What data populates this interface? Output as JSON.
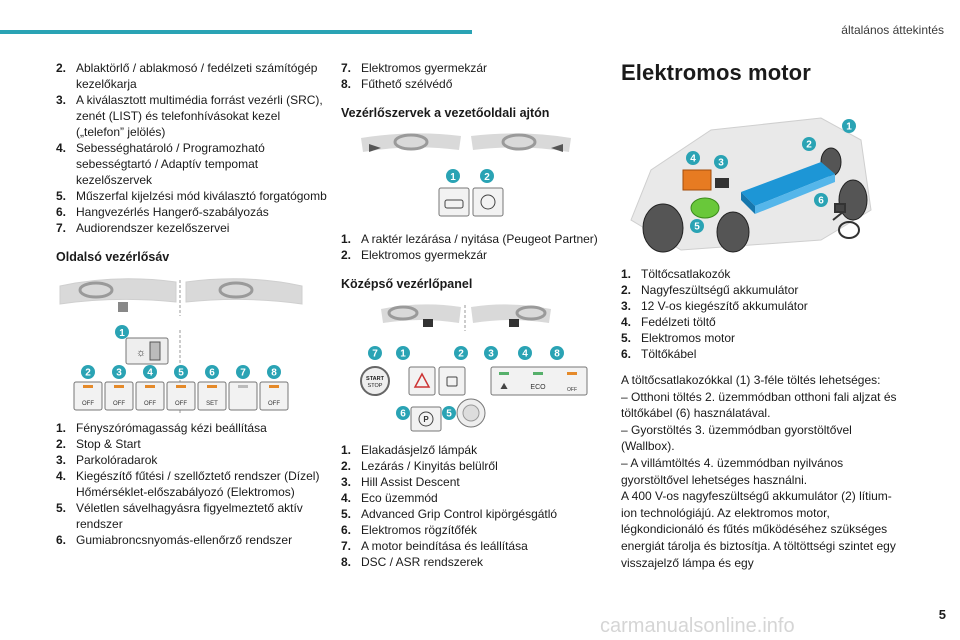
{
  "header": {
    "section": "általános áttekintés",
    "accent_color": "#2aa3b4"
  },
  "col1": {
    "list_top": [
      {
        "num": "2.",
        "text": "Ablaktörlő / ablakmosó / fedélzeti számítógép kezelőkarja"
      },
      {
        "num": "3.",
        "text": "A kiválasztott multimédia forrást vezérli (SRC), zenét (LIST) és telefonhívásokat kezel („telefon” jelölés)"
      },
      {
        "num": "4.",
        "text": "Sebességhatároló / Programozható sebességtartó / Adaptív tempomat kezelőszervek"
      },
      {
        "num": "5.",
        "text": "Műszerfal kijelzési mód kiválasztó forgatógomb"
      },
      {
        "num": "6.",
        "text": "Hangvezérlés Hangerő-szabályozás"
      },
      {
        "num": "7.",
        "text": "Audiorendszer kezelőszervei"
      }
    ],
    "heading": "Oldalsó vezérlősáv",
    "figure_badges": [
      "1",
      "2",
      "3",
      "4",
      "5",
      "6",
      "7",
      "8"
    ],
    "figure_labels": {
      "off": "OFF",
      "set": "SET"
    },
    "list_bottom": [
      {
        "num": "1.",
        "text": "Fényszórómagasság kézi beállítása"
      },
      {
        "num": "2.",
        "text": "Stop & Start"
      },
      {
        "num": "3.",
        "text": "Parkolóradarok"
      },
      {
        "num": "4.",
        "text": "Kiegészítő fűtési / szellőztető rendszer (Dízel) Hőmérséklet-előszabályozó (Elektromos)"
      },
      {
        "num": "5.",
        "text": "Véletlen sávelhagyásra figyelmeztető aktív rendszer"
      },
      {
        "num": "6.",
        "text": "Gumiabroncsnyomás-ellenőrző rendszer"
      }
    ]
  },
  "col2": {
    "list_top": [
      {
        "num": "7.",
        "text": "Elektromos gyermekzár"
      },
      {
        "num": "8.",
        "text": "Fűthető szélvédő"
      }
    ],
    "heading_door": "Vezérlőszervek a vezetőoldali ajtón",
    "door_badges": [
      "1",
      "2"
    ],
    "list_door": [
      {
        "num": "1.",
        "text": "A raktér lezárása / nyitása (Peugeot Partner)"
      },
      {
        "num": "2.",
        "text": "Elektromos gyermekzár"
      }
    ],
    "heading_center": "Középső vezérlőpanel",
    "center_badges": [
      "7",
      "1",
      "2",
      "3",
      "4",
      "8",
      "6",
      "5"
    ],
    "center_labels": {
      "eco": "ECO",
      "off": "OFF",
      "start": "START",
      "stop": "STOP",
      "p": "P"
    },
    "list_center": [
      {
        "num": "1.",
        "text": "Elakadásjelző lámpák"
      },
      {
        "num": "2.",
        "text": "Lezárás / Kinyitás belülről"
      },
      {
        "num": "3.",
        "text": "Hill Assist Descent"
      },
      {
        "num": "4.",
        "text": "Eco üzemmód"
      },
      {
        "num": "5.",
        "text": "Advanced Grip Control kipörgésgátló"
      },
      {
        "num": "6.",
        "text": "Elektromos rögzítőfék"
      },
      {
        "num": "7.",
        "text": "A motor beindítása és leállítása"
      },
      {
        "num": "8.",
        "text": "DSC / ASR rendszerek"
      }
    ]
  },
  "col3": {
    "title": "Elektromos motor",
    "figure_badges": [
      "1",
      "2",
      "4",
      "3",
      "5",
      "6"
    ],
    "list": [
      {
        "num": "1.",
        "text": "Töltőcsatlakozók"
      },
      {
        "num": "2.",
        "text": "Nagyfeszültségű akkumulátor"
      },
      {
        "num": "3.",
        "text": "12 V-os kiegészítő akkumulátor"
      },
      {
        "num": "4.",
        "text": "Fedélzeti töltő"
      },
      {
        "num": "5.",
        "text": "Elektromos motor"
      },
      {
        "num": "6.",
        "text": "Töltőkábel"
      }
    ],
    "para": {
      "p1": "A töltőcsatlakozókkal (1) 3-féle töltés lehetséges:",
      "p2": "– Otthoni töltés 2. üzemmódban otthoni fali aljzat és töltőkábel (6) használatával.",
      "p3": "– Gyorstöltés 3. üzemmódban gyorstöltővel (Wallbox).",
      "p4": "– A villámtöltés 4. üzemmódban nyilvános gyorstöltővel lehetséges használni.",
      "p5": "A 400 V-os nagyfeszültségű akkumulátor (2) lítium-ion technológiájú. Az elektromos motor, légkondicionáló és fűtés működéséhez szükséges energiát tárolja és biztosítja. A töltöttségi szintet egy visszajelző lámpa és egy"
    }
  },
  "footer": {
    "page": "5",
    "watermark": "carmanualsonline.info"
  }
}
